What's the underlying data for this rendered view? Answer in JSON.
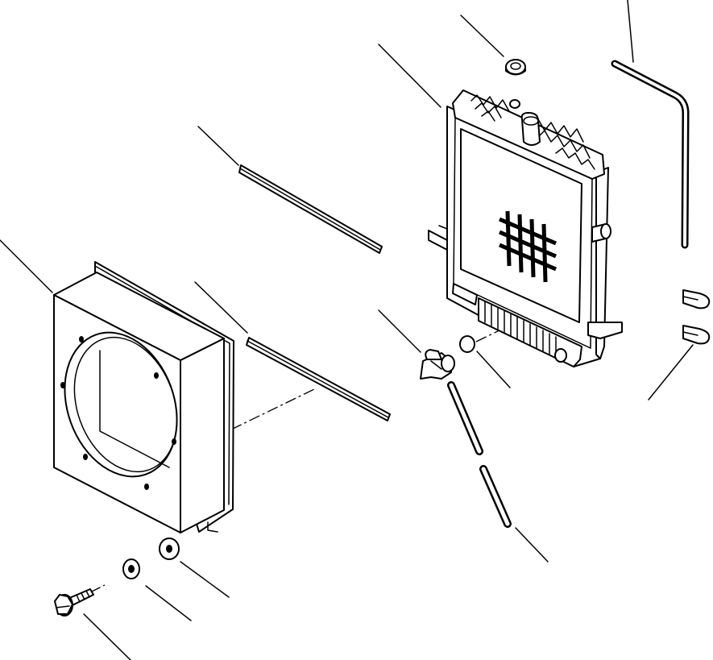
{
  "diagram": {
    "parts": [
      {
        "id": "radiator",
        "icon": "radiator-icon"
      },
      {
        "id": "radiator-cap",
        "icon": "cap-icon"
      },
      {
        "id": "overflow-hose",
        "icon": "hose-icon"
      },
      {
        "id": "upper-seal-strip",
        "icon": "seal-strip-icon"
      },
      {
        "id": "lower-seal-strip",
        "icon": "seal-strip-icon"
      },
      {
        "id": "fan-shroud",
        "icon": "shroud-icon"
      },
      {
        "id": "drain-cock",
        "icon": "valve-icon"
      },
      {
        "id": "o-ring",
        "icon": "o-ring-icon"
      },
      {
        "id": "drain-hose",
        "icon": "hose-icon"
      },
      {
        "id": "clamp-upper",
        "icon": "clamp-icon"
      },
      {
        "id": "clamp-lower",
        "icon": "clamp-icon"
      },
      {
        "id": "washer-large",
        "icon": "washer-icon"
      },
      {
        "id": "washer-small",
        "icon": "washer-icon"
      },
      {
        "id": "bolt",
        "icon": "bolt-icon"
      }
    ]
  }
}
